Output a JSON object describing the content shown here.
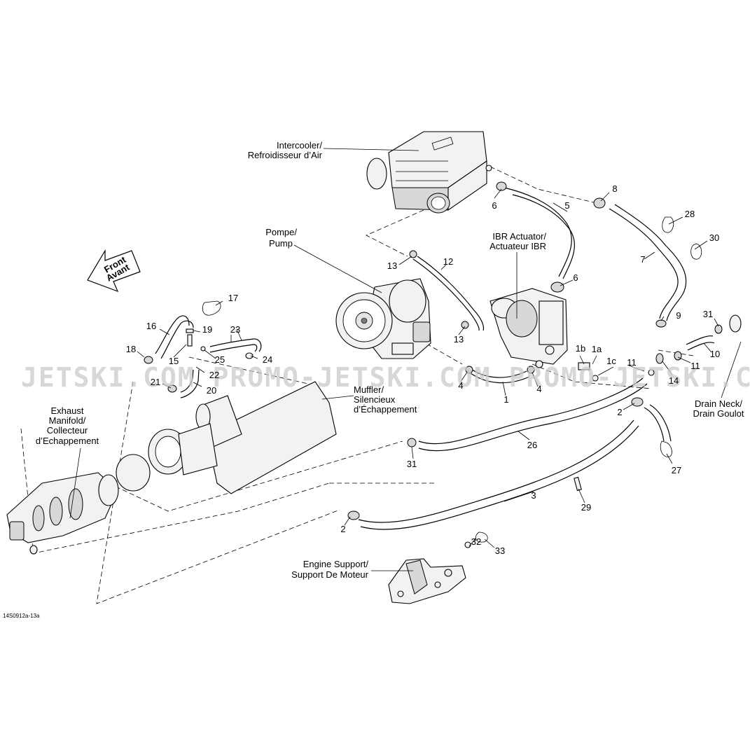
{
  "labels": {
    "intercooler": [
      "Intercooler/",
      "Refroidisseur d’Air"
    ],
    "pump": [
      "Pompe/",
      "Pump"
    ],
    "ibr_actuator": [
      "IBR Actuator/",
      "Actuateur IBR"
    ],
    "muffler": [
      "Muffler/",
      "Silencieux",
      "d’Échappement"
    ],
    "exhaust_manifold": [
      "Exhaust",
      "Manifold/",
      "Collecteur",
      "d’Echappement"
    ],
    "drain_neck": [
      "Drain Neck/",
      "Drain Goulot"
    ],
    "engine_support": [
      "Engine Support/",
      "Support De Moteur"
    ],
    "front_arrow": [
      "Front",
      "Avant"
    ]
  },
  "callouts": [
    "1",
    "1a",
    "1b",
    "1c",
    "2",
    "2",
    "3",
    "4",
    "4",
    "5",
    "6",
    "6",
    "7",
    "8",
    "9",
    "10",
    "11",
    "11",
    "12",
    "13",
    "13",
    "14",
    "15",
    "16",
    "17",
    "18",
    "19",
    "20",
    "21",
    "22",
    "23",
    "24",
    "25",
    "26",
    "27",
    "28",
    "29",
    "30",
    "31",
    "31",
    "32",
    "33"
  ],
  "watermark": "JETSKI.COM  PROMO-JETSKI.COM  PROMO-JETSKI.COM",
  "figure_code": "14S0912a-13a"
}
